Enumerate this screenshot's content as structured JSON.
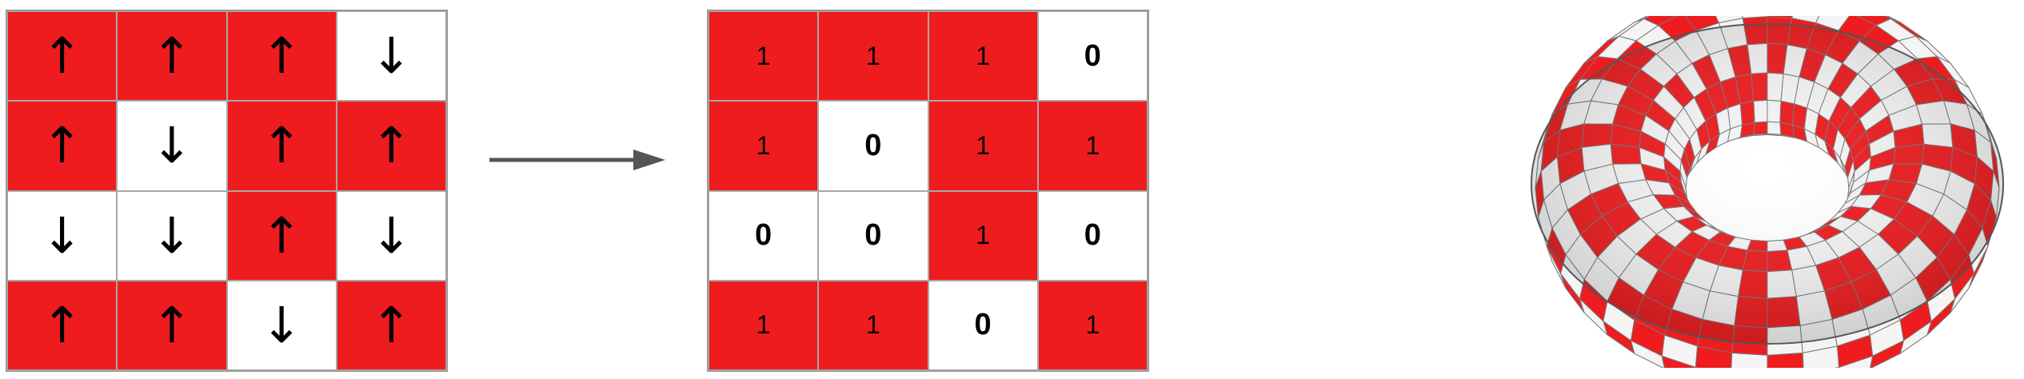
{
  "spin_grid": [
    [
      "↑",
      "↑",
      "↑",
      "↓"
    ],
    [
      "↑",
      "↓",
      "↑",
      "↑"
    ],
    [
      "↓",
      "↓",
      "↑",
      "↓"
    ],
    [
      "↑",
      "↑",
      "↓",
      "↑"
    ]
  ],
  "bit_grid": [
    [
      "1",
      "1",
      "1",
      "0"
    ],
    [
      "1",
      "0",
      "1",
      "1"
    ],
    [
      "0",
      "0",
      "1",
      "0"
    ],
    [
      "1",
      "1",
      "0",
      "1"
    ]
  ],
  "colors": {
    "up_cell": "#ee1c1f",
    "down_cell": "#ffffff",
    "arrow": "#555555"
  },
  "icons": {
    "mapping_arrow": "right-arrow-icon",
    "torus": "checkered-torus-icon"
  }
}
